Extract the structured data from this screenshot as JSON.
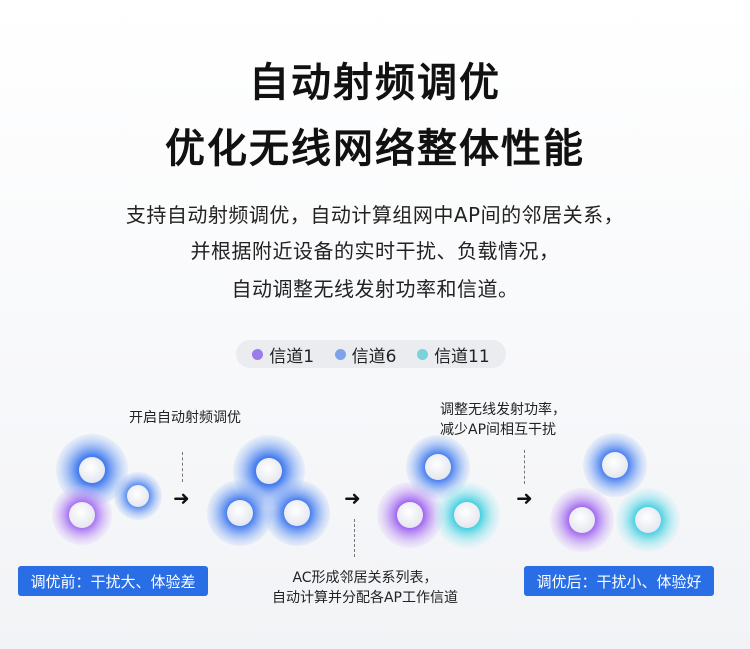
{
  "title_line1": "自动射频调优",
  "title_line2": "优化无线网络整体性能",
  "desc_line1": "支持自动射频调优，自动计算组网中AP间的邻居关系，",
  "desc_line2": "并根据附近设备的实时干扰、负载情况，",
  "desc_line3": "自动调整无线发射功率和信道。",
  "legend": [
    {
      "label": "信道1",
      "color": "#9a7be8"
    },
    {
      "label": "信道6",
      "color": "#7ea3ec"
    },
    {
      "label": "信道11",
      "color": "#79d3dc"
    }
  ],
  "note_start": "开启自动射频调优",
  "note_adjust_line1": "调整无线发射功率，",
  "note_adjust_line2": "减少AP间相互干扰",
  "note_ac_line1": "AC形成邻居关系列表，",
  "note_ac_line2": "自动计算并分配各AP工作信道",
  "badge_before": "调优前：干扰大、体验差",
  "badge_after": "调优后：干扰小、体验好",
  "arrow_glyph": "➜",
  "colors": {
    "blue": "#5b8ff0",
    "purple": "#a16ff0",
    "cyan": "#5fd4e4",
    "badge": "#2a6ee6"
  }
}
